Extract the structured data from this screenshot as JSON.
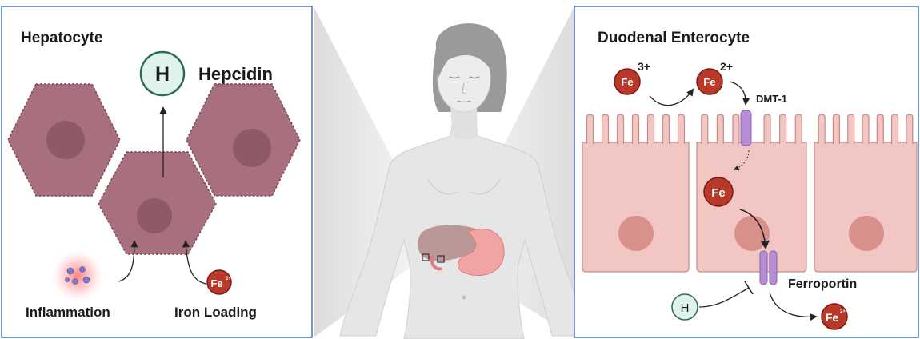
{
  "hepatocyte_panel": {
    "title": "Hepatocyte",
    "hepcidin_symbol": "H",
    "hepcidin_label": "Hepcidin",
    "inflammation_label": "Inflammation",
    "iron_loading_label": "Iron Loading",
    "iron_symbol": "Fe",
    "iron_charge": "2+"
  },
  "enterocyte_panel": {
    "title": "Duodenal Enterocyte",
    "fe3_symbol": "Fe",
    "fe3_charge": "3+",
    "fe2_symbol": "Fe",
    "fe2_charge": "2+",
    "dmt1_label": "DMT-1",
    "intracellular_fe": "Fe",
    "ferroportin_label": "Ferroportin",
    "hepcidin_symbol": "H",
    "exported_fe": "Fe",
    "exported_charge": "2+"
  },
  "colors": {
    "panel_border": "#4a72c4",
    "hepatocyte_fill": "#a8707f",
    "hepatocyte_stroke": "#7c4a58",
    "nucleus": "#8f5a68",
    "hepcidin_fill": "#dff3ec",
    "hepcidin_stroke": "#2e6a58",
    "iron_fill": "#b8382a",
    "enterocyte_fill": "#f2c6c2",
    "enterocyte_stroke": "#c98a86",
    "enterocyte_nucleus": "#d98f8a",
    "transporter": "#b58ed6",
    "body_fill": "#e8e8e8"
  }
}
